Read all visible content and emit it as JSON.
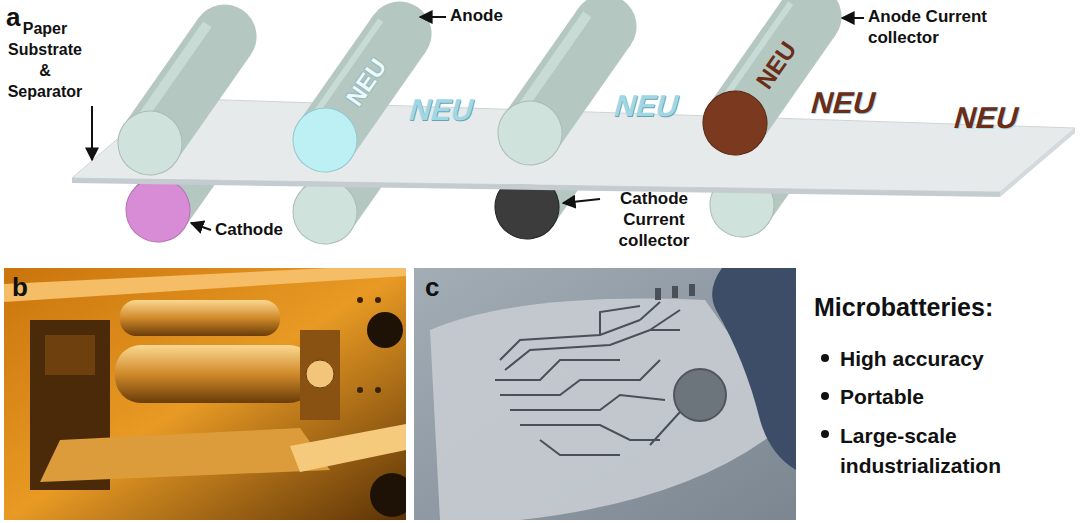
{
  "diagram": {
    "labels": [
      "a",
      "Paper Substrate & Separator",
      "Anode",
      "NEU",
      "NEU",
      "NEU",
      "Anode Current collector",
      "NEU",
      "NEU",
      "NEU",
      "Cathode",
      "Cathode Current collector",
      "b",
      "c",
      "Microbatteries:",
      "High accuracy",
      "Portable",
      "Large-scale industrialization"
    ]
  }
}
